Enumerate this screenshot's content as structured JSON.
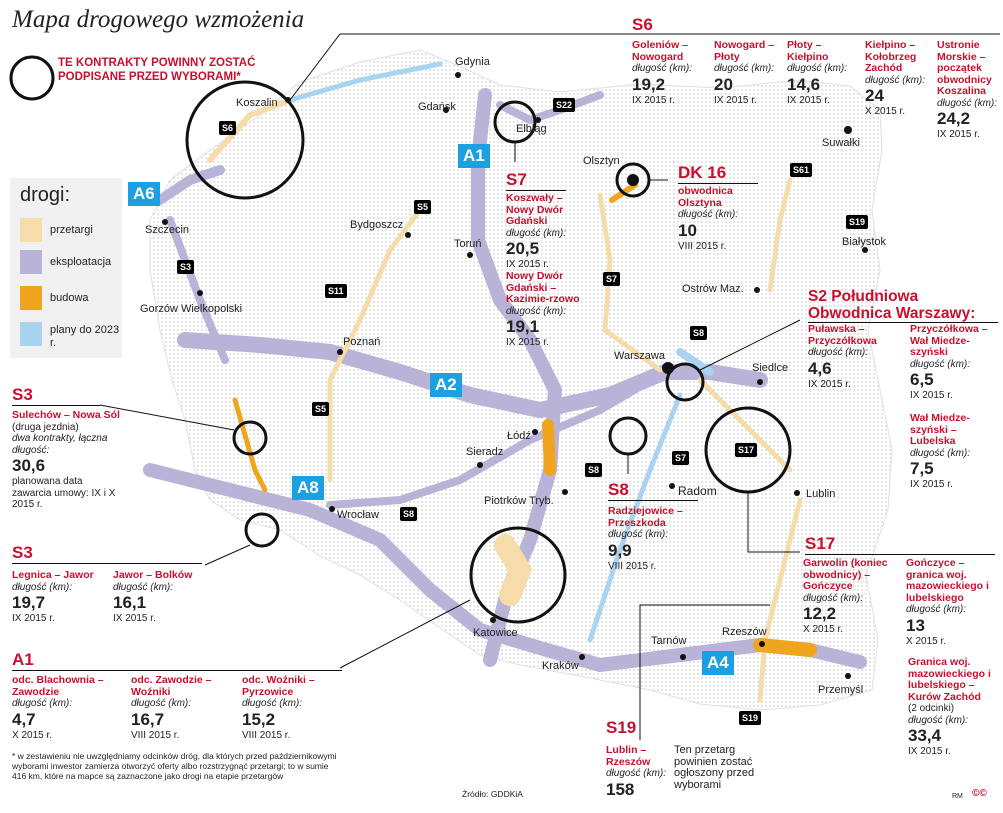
{
  "title": "Mapa drogowego wzmożenia",
  "note": "TE KONTRAKTY POWINNY ZOSTAĆ PODPISANE PRZED WYBORAMI*",
  "legend": {
    "header": "drogi:",
    "items": [
      {
        "label": "przetargi",
        "color": "#f5dcaa"
      },
      {
        "label": "eksploatacja",
        "color": "#b9b3d8"
      },
      {
        "label": "budowa",
        "color": "#f0a51e"
      },
      {
        "label": "plany do 2023 r.",
        "color": "#a8d4f0"
      }
    ]
  },
  "colors": {
    "tender": "#f5dcaa",
    "operating": "#b9b3d8",
    "construction": "#f0a51e",
    "planned": "#a8d4f0",
    "accent": "#c8102e",
    "highway_badge": "#1ba1e2"
  },
  "cities": {
    "gdynia": "Gdynia",
    "gdansk": "Gdańsk",
    "elblag": "Elbląg",
    "koszalin": "Koszalin",
    "olsztyn": "Olsztyn",
    "suwalki": "Suwałki",
    "szczecin": "Szczecin",
    "bydgoszcz": "Bydgoszcz",
    "torun": "Toruń",
    "bialystok": "Białystok",
    "ostrow": "Ostrów Maz.",
    "gorzow": "Gorzów Wielkopolski",
    "poznan": "Poznań",
    "warszawa": "Warszawa",
    "siedlce": "Siedlce",
    "lodz": "Łódź",
    "sieradz": "Sieradz",
    "piotrkow": "Piotrków Tryb.",
    "radom": "Radom",
    "lublin": "Lublin",
    "wroclaw": "Wrocław",
    "katowice": "Katowice",
    "krakow": "Kraków",
    "tarnow": "Tarnów",
    "rzeszow": "Rzeszów",
    "przemysl": "Przemyśl"
  },
  "roads": {
    "s6": "S6",
    "s22": "S22",
    "a1": "A1",
    "a6": "A6",
    "s5a": "S5",
    "s3": "S3",
    "s11": "S11",
    "s7a": "S7",
    "s61": "S61",
    "s19a": "S19",
    "s8a": "S8",
    "a2": "A2",
    "s5b": "S5",
    "s8b": "S8",
    "s7b": "S7",
    "s17": "S17",
    "a8": "A8",
    "s8c": "S8",
    "a4": "A4",
    "s19b": "S19"
  },
  "sections": {
    "s6": {
      "header": "S6",
      "items": [
        {
          "name": "Goleniów – Nowogard",
          "label": "długość (km):",
          "value": "19,2",
          "date": "IX 2015 r."
        },
        {
          "name": "Nowogard – Płoty",
          "label": "długość (km):",
          "value": "20",
          "date": "IX 2015 r."
        },
        {
          "name": "Płoty – Kiełpino",
          "label": "długość (km):",
          "value": "14,6",
          "date": "IX 2015 r."
        },
        {
          "name": "Kiełpino – Kołobrzeg Zachód",
          "label": "długość (km):",
          "value": "24",
          "date": "X 2015 r."
        },
        {
          "name": "Ustronie Morskie – początek obwodnicy Koszalina",
          "label": "długość (km):",
          "value": "24,2",
          "date": "IX 2015 r."
        }
      ]
    },
    "s7": {
      "header": "S7",
      "items": [
        {
          "name": "Koszwały – Nowy Dwór Gdański",
          "label": "długość (km):",
          "value": "20,5",
          "date": "IX 2015 r."
        },
        {
          "name": "Nowy Dwór Gdański – Kazimie-rzowo",
          "label": "długość (km):",
          "value": "19,1",
          "date": "IX 2015 r."
        }
      ]
    },
    "dk16": {
      "header": "DK 16",
      "items": [
        {
          "name": "obwodnica Olsztyna",
          "label": "długość (km):",
          "value": "10",
          "date": "VIII 2015 r."
        }
      ]
    },
    "s2": {
      "header": "S2 Południowa Obwodnica Warszawy:",
      "items": [
        {
          "name": "Puławska – Przyczółkowa",
          "label": "długość (km):",
          "value": "4,6",
          "date": "IX 2015 r."
        },
        {
          "name": "Przyczółkowa – Wał Miedze-szyński",
          "label": "długość (km):",
          "value": "6,5",
          "date": "IX 2015 r."
        },
        {
          "name": "Wał Miedze-szyński – Lubelska",
          "label": "długość (km):",
          "value": "7,5",
          "date": "IX 2015 r."
        }
      ]
    },
    "s3a": {
      "header": "S3",
      "items": [
        {
          "name": "Sulechów – Nowa Sól",
          "sub": "(druga jezdnia)",
          "label": "dwa kontrakty, łączna długość:",
          "value": "30,6",
          "date": "planowana data zawarcia umowy: IX i X 2015 r."
        }
      ]
    },
    "s3b": {
      "header": "S3",
      "items": [
        {
          "name": "Legnica – Jawor",
          "label": "długość (km):",
          "value": "19,7",
          "date": "IX 2015 r."
        },
        {
          "name": "Jawor – Bolków",
          "label": "długość (km):",
          "value": "16,1",
          "date": "IX 2015 r."
        }
      ]
    },
    "s8": {
      "header": "S8",
      "items": [
        {
          "name": "Radziejowice – Przeszkoda",
          "label": "długość (km):",
          "value": "9,9",
          "date": "VIII 2015 r."
        }
      ]
    },
    "s17": {
      "header": "S17",
      "items": [
        {
          "name": "Garwolin (koniec obwodnicy) – Gończyce",
          "label": "długość (km):",
          "value": "12,2",
          "date": "X 2015 r."
        },
        {
          "name": "Gończyce – granica woj. mazowieckiego i lubelskiego",
          "label": "długość (km):",
          "value": "13",
          "date": "X 2015 r."
        },
        {
          "name": "Granica woj. mazowieckiego i lubelskiego – Kurów Zachód",
          "sub": "(2 odcinki)",
          "label": "długość (km):",
          "value": "33,4",
          "date": "IX 2015 r."
        }
      ]
    },
    "a1": {
      "header": "A1",
      "items": [
        {
          "name": "odc. Blachownia – Zawodzie",
          "label": "długość (km):",
          "value": "4,7",
          "date": "X 2015 r."
        },
        {
          "name": "odc. Zawodzie – Woźniki",
          "label": "długość (km):",
          "value": "16,7",
          "date": "VIII 2015 r."
        },
        {
          "name": "odc. Woźniki – Pyrzowice",
          "label": "długość (km):",
          "value": "15,2",
          "date": "VIII 2015 r."
        }
      ]
    },
    "s19": {
      "header": "S19",
      "items": [
        {
          "name": "Lublin – Rzeszów",
          "label": "długość (km):",
          "value": "158",
          "date": ""
        }
      ],
      "extra": "Ten przetarg powinien zostać ogłoszony przed wyborami"
    }
  },
  "footnote": "* w zestawieniu nie uwzględniamy odcinków dróg, dla których przed październikowymi wyborami inwestor zamierza otworzyć oferty albo rozstrzygnąć przetargi; to w sumie 416 km, które na mapce są zaznaczone jako drogi na etapie przetargów",
  "source": "Źródło: GDDKiA",
  "credit": "RM"
}
